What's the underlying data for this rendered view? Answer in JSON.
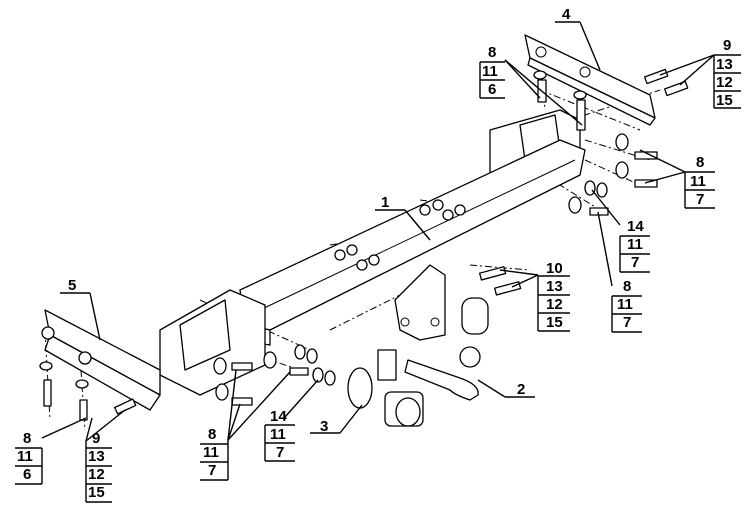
{
  "callouts": {
    "c1": "1",
    "c2": "2",
    "c3": "3",
    "c4": "4",
    "c5": "5",
    "g9_top": [
      "9",
      "13",
      "12",
      "15"
    ],
    "g8_top": [
      "8",
      "11",
      "6"
    ],
    "g8_right": [
      "8",
      "11",
      "7"
    ],
    "g14_right": [
      "14",
      "11",
      "7"
    ],
    "g8_right2": [
      "8",
      "11",
      "7"
    ],
    "g10": [
      "10",
      "13",
      "12",
      "15"
    ],
    "g8_left": [
      "8",
      "11",
      "6"
    ],
    "g9_left": [
      "9",
      "13",
      "12",
      "15"
    ],
    "g8_bottom": [
      "8",
      "11",
      "7"
    ],
    "g14_bottom": [
      "14",
      "11",
      "7"
    ]
  }
}
